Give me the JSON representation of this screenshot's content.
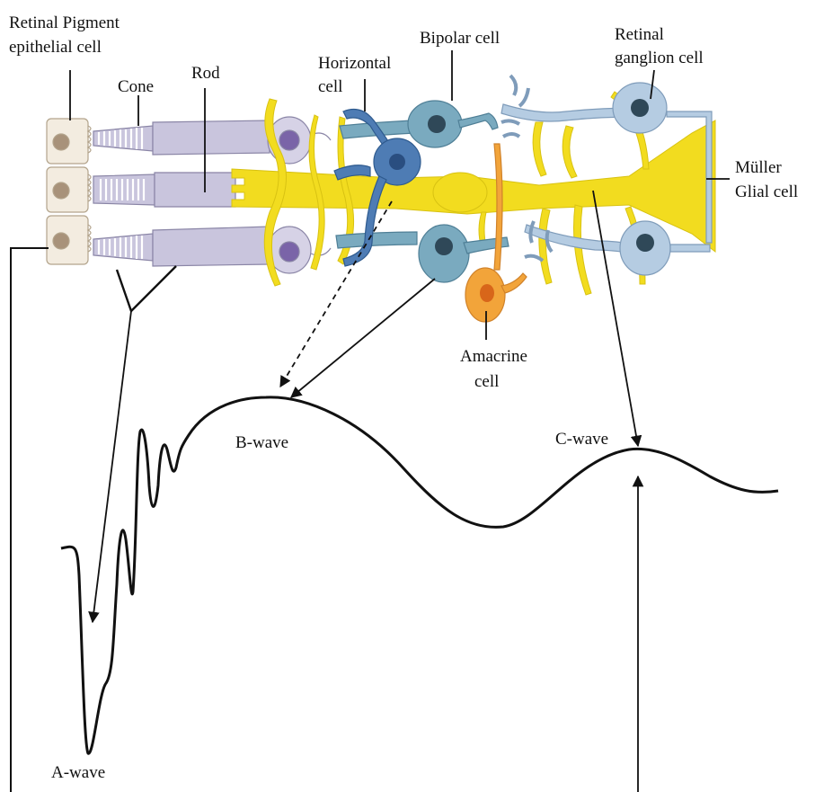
{
  "labels": {
    "rpe_line1": "Retinal Pigment",
    "rpe_line2": "epithelial cell",
    "cone": "Cone",
    "rod": "Rod",
    "horizontal_line1": "Horizontal",
    "horizontal_line2": "cell",
    "bipolar": "Bipolar cell",
    "ganglion_line1": "Retinal",
    "ganglion_line2": "ganglion cell",
    "muller_line1": "Müller",
    "muller_line2": "Glial cell",
    "amacrine_line1": "Amacrine",
    "amacrine_line2": "cell",
    "a_wave": "A-wave",
    "b_wave": "B-wave",
    "c_wave": "C-wave"
  },
  "colors": {
    "muller": "#f2dc1f",
    "rpe": "#f3ece0",
    "rpe_nucleus": "#a8927a",
    "photoreceptor": "#c9c5dd",
    "photoreceptor_nucleus": "#7a64a8",
    "horizontal": "#4e7cb4",
    "bipolar": "#7aaabf",
    "ganglion": "#b5cce2",
    "amacrine": "#f2a43a",
    "line": "#111111"
  },
  "icons": [
    "rpe-cell-icon",
    "cone-cell-icon",
    "rod-cell-icon",
    "horizontal-cell-icon",
    "bipolar-cell-icon",
    "ganglion-cell-icon",
    "amacrine-cell-icon",
    "muller-cell-icon"
  ]
}
